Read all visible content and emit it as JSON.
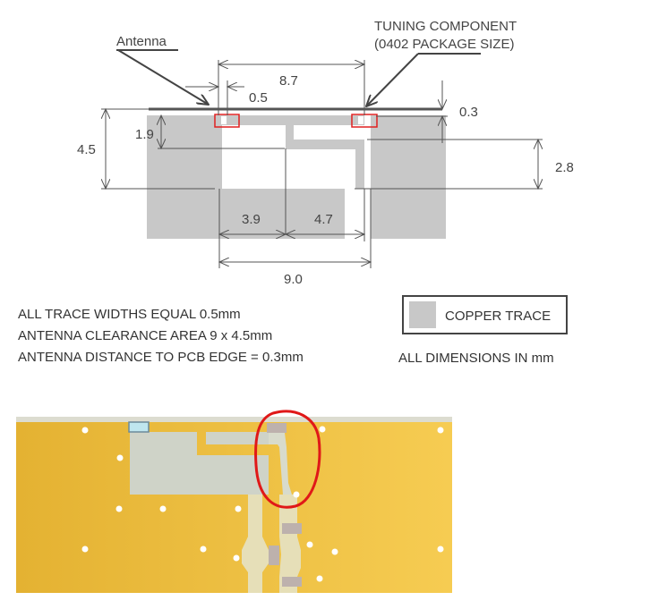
{
  "callouts": {
    "antenna": "Antenna",
    "tuning_line1": "TUNING COMPONENT",
    "tuning_line2": "(0402 PACKAGE SIZE)"
  },
  "dimensions": {
    "d87": "8.7",
    "d05": "0.5",
    "d03": "0.3",
    "d45": "4.5",
    "d19": "1.9",
    "d28": "2.8",
    "d39": "3.9",
    "d47": "4.7",
    "d90": "9.0"
  },
  "notes": [
    "ALL TRACE WIDTHS EQUAL 0.5mm",
    "ANTENNA CLEARANCE AREA 9 x 4.5mm",
    "ANTENNA DISTANCE TO PCB EDGE = 0.3mm"
  ],
  "legend": {
    "copper_label": "COPPER TRACE",
    "units": "ALL DIMENSIONS IN mm"
  },
  "colors": {
    "copper_gray": "#c8c8c8",
    "highlight_red": "#e02020",
    "pcb_yellow": "#e8b83a"
  }
}
